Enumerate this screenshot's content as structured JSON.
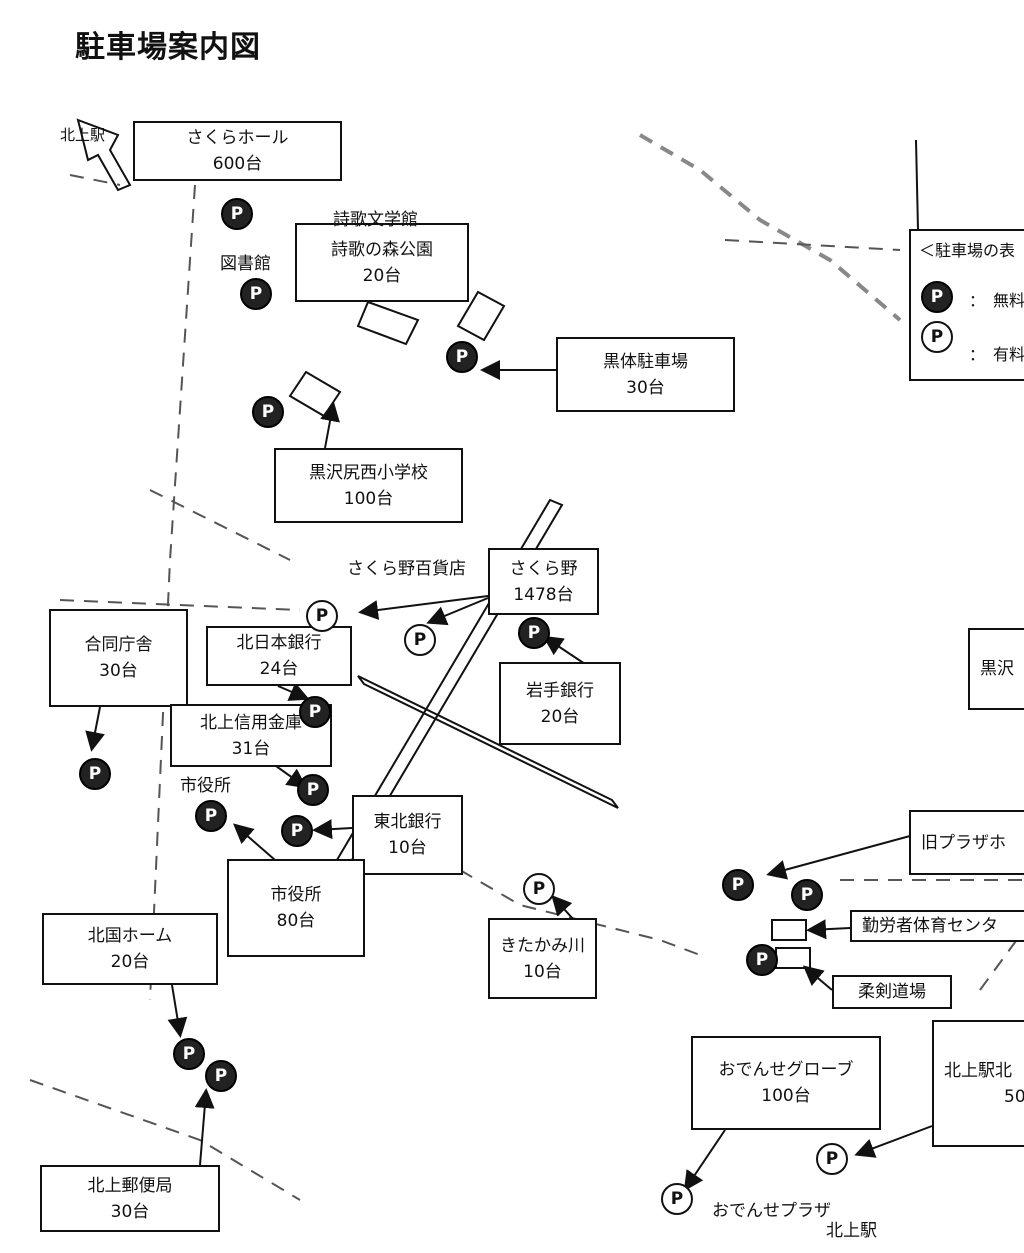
{
  "title": "駐車場案内図",
  "pin_letter": "P",
  "legend": {
    "title": "＜駐車場の表",
    "free_text": "：　無料",
    "paid_text": "：　有料"
  },
  "boxes": {
    "sakura_hall": {
      "name": "さくらホール",
      "count": "600台"
    },
    "shiika_park": {
      "name": "詩歌の森公園",
      "count": "20台"
    },
    "kurotai": {
      "name": "黒体駐車場",
      "count": "30台"
    },
    "kurosawajiri": {
      "name": "黒沢尻西小学校",
      "count": "100台"
    },
    "sakurano": {
      "name": "さくら野",
      "count": "1478台"
    },
    "godo": {
      "name": "合同庁舎",
      "count": "30台"
    },
    "kitanihon": {
      "name": "北日本銀行",
      "count": "24台"
    },
    "iwate": {
      "name": "岩手銀行",
      "count": "20台"
    },
    "kitakami_shinyo": {
      "name": "北上信用金庫",
      "count": "31台"
    },
    "tohoku": {
      "name": "東北銀行",
      "count": "10台"
    },
    "shiyakusho": {
      "name": "市役所",
      "count": "80台"
    },
    "kitaguni": {
      "name": "北国ホーム",
      "count": "20台"
    },
    "kitakamigawa": {
      "name": "きたかみ川",
      "count": "10台"
    },
    "odense_globe": {
      "name": "おでんせグローブ",
      "count": "100台"
    },
    "yubinkyoku": {
      "name": "北上郵便局",
      "count": "30台"
    },
    "kurosawa_right": {
      "name": "黒沢"
    },
    "old_plaza": {
      "name": "旧プラザホ"
    },
    "kinrosha": {
      "name": "勤労者体育センタ"
    },
    "juken": {
      "name": "柔剣道場"
    },
    "kitakami_east": {
      "name": "北上駅北",
      "count": "50"
    }
  },
  "labels": {
    "kitakami_arrow": "北上駅",
    "shiika_bungakukan": "詩歌文学館",
    "toshokan": "図書館",
    "sakurano_dept": "さくら野百貨店",
    "shiyakusho_small": "市役所",
    "odense_plaza": "おでんせプラザ",
    "kitakami_station": "北上駅"
  },
  "icons": {
    "free": "free-parking-icon",
    "paid": "paid-parking-icon"
  },
  "colors": {
    "ink": "#111111",
    "free_fill": "#222222",
    "paper": "#ffffff"
  }
}
